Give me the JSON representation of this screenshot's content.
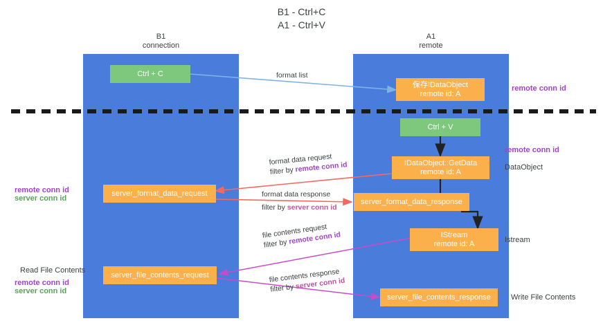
{
  "title": {
    "line1": "B1 - Ctrl+C",
    "line2": "A1 - Ctrl+V"
  },
  "lanes": [
    {
      "id": "b1",
      "name": "B1",
      "sub": "connection",
      "color": "#4a7ddb"
    },
    {
      "id": "a1",
      "name": "A1",
      "sub": "remote",
      "color": "#4a7ddb"
    }
  ],
  "nodes": {
    "ctrl_c": {
      "label": "Ctrl + C",
      "color": "#7ec87e"
    },
    "idataobject_store": {
      "line1": "保存IDataObject",
      "line2": "remote id: A",
      "color": "#fbb04b"
    },
    "ctrl_v": {
      "label": "Ctrl + V",
      "color": "#7ec87e"
    },
    "getdata": {
      "line1": "IDataObject::GetData",
      "line2": "remote id: A",
      "color": "#fbb04b"
    },
    "server_format_data_request": {
      "label": "server_format_data_request",
      "color": "#fbb04b"
    },
    "server_format_data_response": {
      "label": "server_format_data_response",
      "color": "#fbb04b"
    },
    "istream": {
      "line1": "IStream",
      "line2": "remote id: A",
      "color": "#fbb04b"
    },
    "server_file_contents_request": {
      "label": "server_file_contents_request",
      "color": "#fbb04b"
    },
    "server_file_contents_response": {
      "label": "server_file_contents_response",
      "color": "#fbb04b"
    }
  },
  "arrow_labels": {
    "format_list": "format list",
    "format_data_request": "format data request",
    "format_data_request_filter_prefix": "filter by ",
    "format_data_request_filter_key": "remote conn id",
    "format_data_response": "format data response",
    "format_data_response_filter_prefix": "filter by ",
    "format_data_response_filter_key": "server conn id",
    "file_contents_request": "file contents request",
    "file_contents_request_filter_prefix": "filter by ",
    "file_contents_request_filter_key": "remote conn id",
    "file_contents_response": "file contents response",
    "file_contents_response_filter_prefix": "filter by ",
    "file_contents_response_filter_key": "server conn id"
  },
  "annotations": {
    "right_remote_conn_id_top": "remote conn id",
    "right_remote_conn_id_mid": "remote conn id",
    "right_dataobject": "DataObject",
    "right_istream": "Istream",
    "right_write_file_contents": "Write File Contents",
    "left_remote_conn_id": "remote conn id",
    "left_server_conn_id": "server conn id",
    "left_read_file_contents": "Read File Contents",
    "left_remote_conn_id_2": "remote conn id",
    "left_server_conn_id_2": "server conn id"
  },
  "colors": {
    "lane": "#4a7ddb",
    "green_node": "#7ec87e",
    "orange_node": "#fbb04b",
    "purple": "#a144c8",
    "green_text": "#5aa45a",
    "pink": "#c0559e",
    "red_arrow": "#f4695f",
    "blue_arrow": "#7fb2e5",
    "magenta_arrow": "#c94bc9",
    "black": "#000000",
    "text": "#3c4043",
    "background": "#ffffff"
  }
}
